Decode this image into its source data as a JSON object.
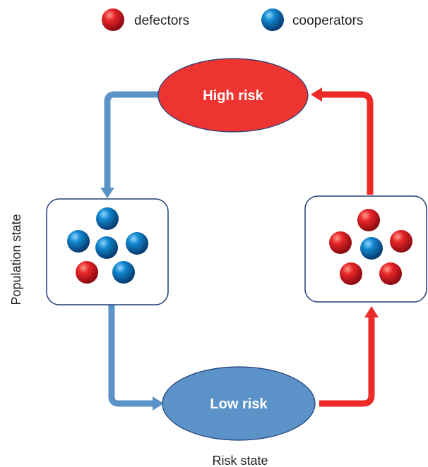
{
  "legend": {
    "defectors": {
      "label": "defectors",
      "color": "#e02020"
    },
    "cooperators": {
      "label": "cooperators",
      "color": "#1a8fd0"
    }
  },
  "states": {
    "high_risk": {
      "label": "High risk",
      "color": "#ee3430"
    },
    "low_risk": {
      "label": "Low risk",
      "color": "#5b93c8"
    }
  },
  "axes": {
    "vertical_label": "Population state",
    "bottom_label": "Risk state"
  },
  "populations": {
    "left": {
      "cooperators": 5,
      "defectors": 1
    },
    "right": {
      "cooperators": 1,
      "defectors": 5
    }
  },
  "arrows": {
    "blue": "#5b93c8",
    "red": "#ee2a26"
  }
}
